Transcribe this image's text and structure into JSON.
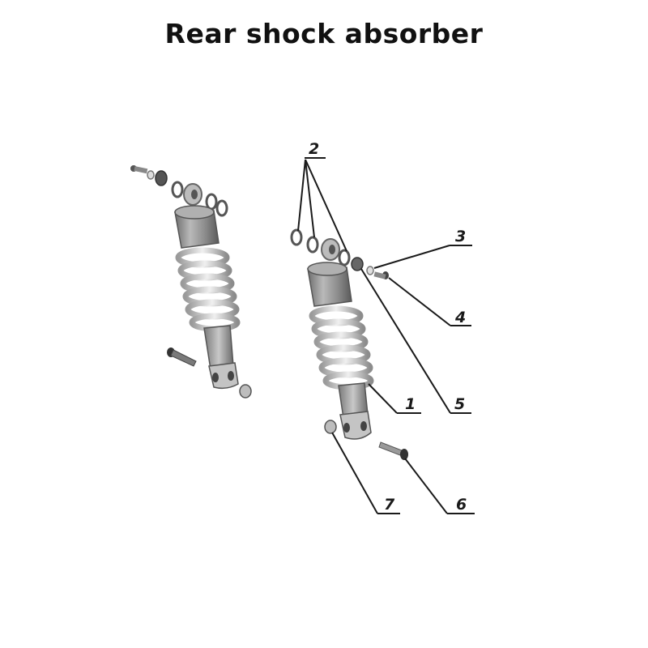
{
  "title": "Rear shock absorber",
  "callouts": {
    "c1": "1",
    "c2": "2",
    "c3": "3",
    "c4": "4",
    "c5": "5",
    "c6": "6",
    "c7": "7"
  },
  "colors": {
    "ink": "#1a1a1a",
    "metal_dark": "#7a7a7a",
    "metal_mid": "#a8a8a8",
    "metal_light": "#dcdcdc"
  }
}
